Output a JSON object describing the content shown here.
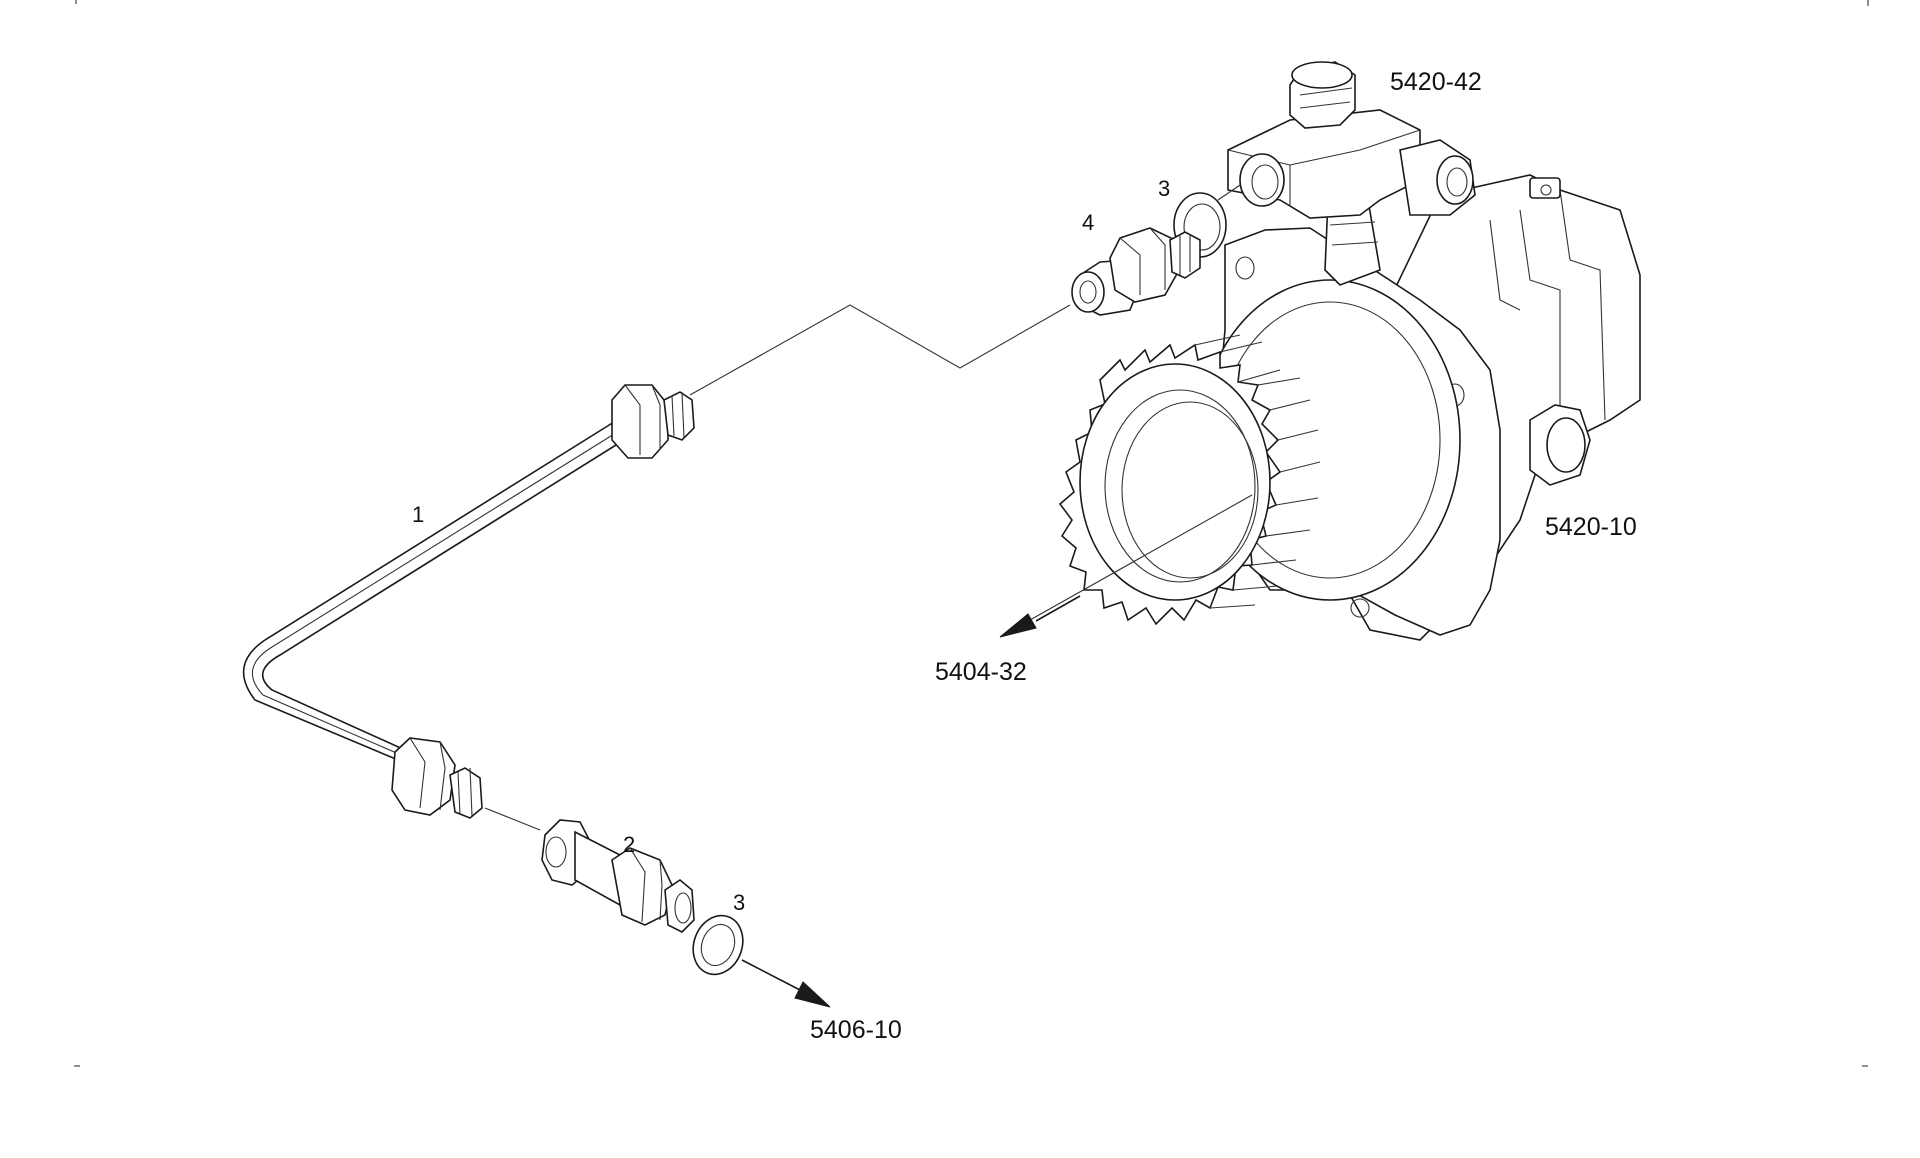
{
  "callouts": {
    "item_1": "1",
    "item_2": "2",
    "item_3_upper": "3",
    "item_3_lower": "3",
    "item_4": "4"
  },
  "references": {
    "ref_pump_connector": "5420-42",
    "ref_pump": "5420-10",
    "ref_gear": "5404-32",
    "ref_outlet": "5406-10"
  },
  "colors": {
    "line": "#1a1a1a",
    "background": "#ffffff"
  }
}
